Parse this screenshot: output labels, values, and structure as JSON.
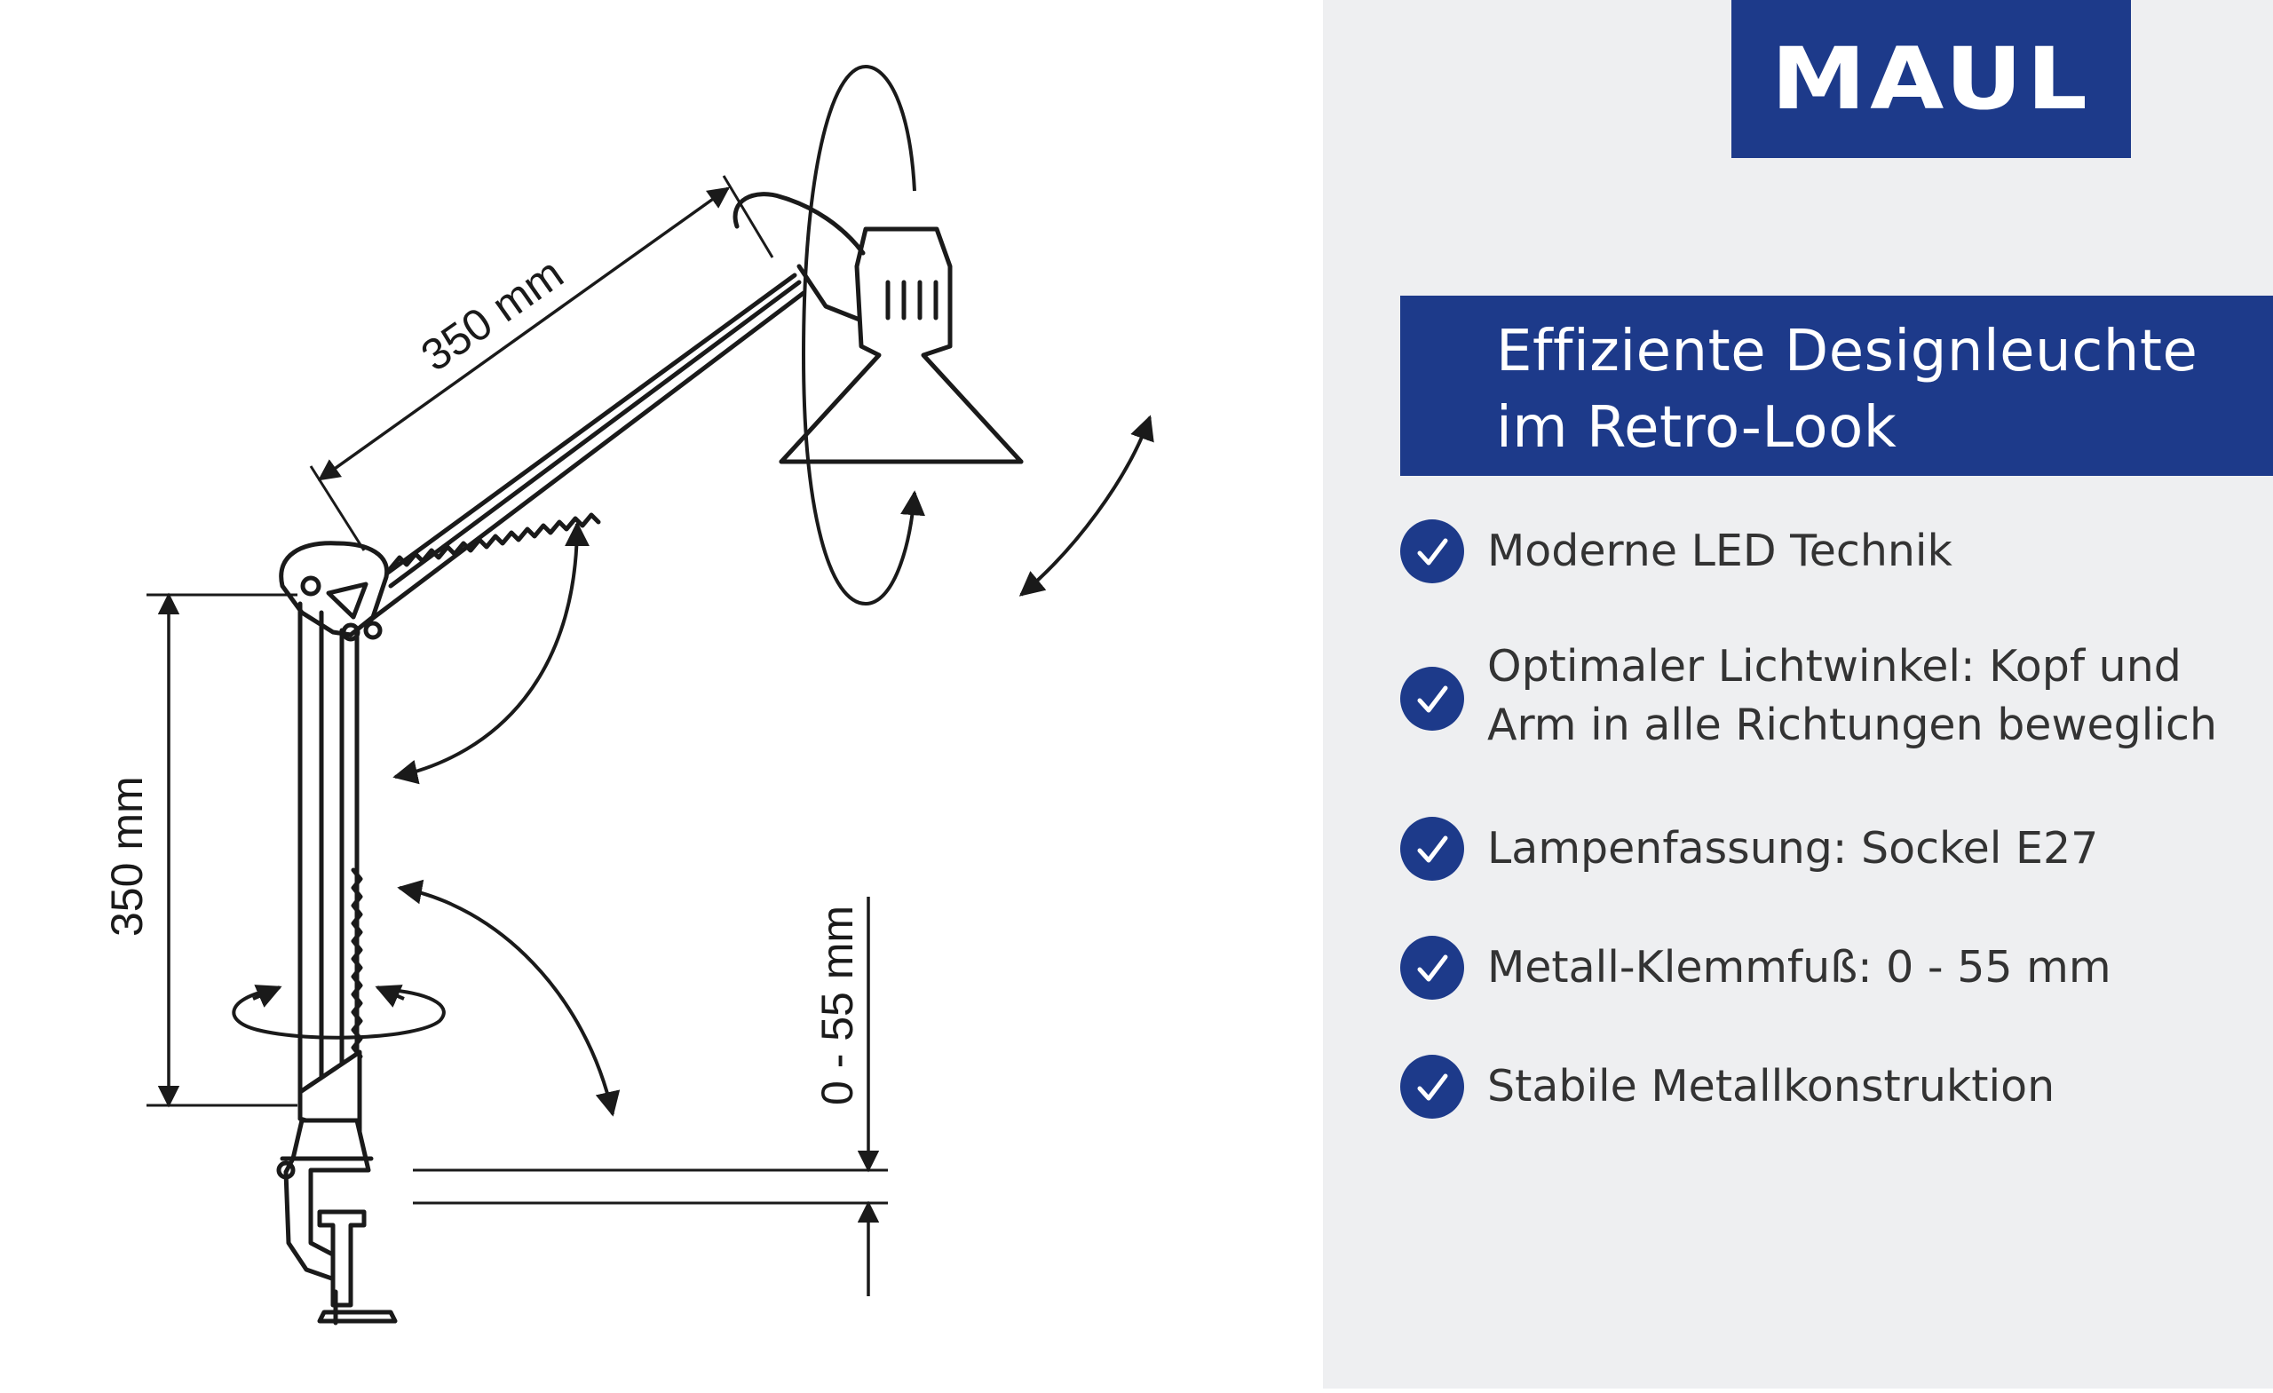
{
  "brand": {
    "logo_text": "MAUL",
    "color": "#1d3a8a"
  },
  "headline": {
    "line1": "Effiziente Designleuchte",
    "line2": "im Retro-Look"
  },
  "features": [
    {
      "lines": [
        "Moderne LED Technik"
      ],
      "icon": "checkmark-icon"
    },
    {
      "lines": [
        "Optimaler Lichtwinkel: Kopf und",
        "Arm in alle Richtungen beweglich"
      ],
      "icon": "checkmark-icon"
    },
    {
      "lines": [
        "Lampenfassung: Sockel E27"
      ],
      "icon": "checkmark-icon"
    },
    {
      "lines": [
        "Metall-Klemmfuß: 0 - 55 mm"
      ],
      "icon": "checkmark-icon"
    },
    {
      "lines": [
        "Stabile Metallkonstruktion"
      ],
      "icon": "checkmark-icon"
    }
  ],
  "diagram": {
    "upper_arm_length": "350 mm",
    "lower_arm_length": "350 mm",
    "clamp_range": "0 - 55 mm"
  }
}
